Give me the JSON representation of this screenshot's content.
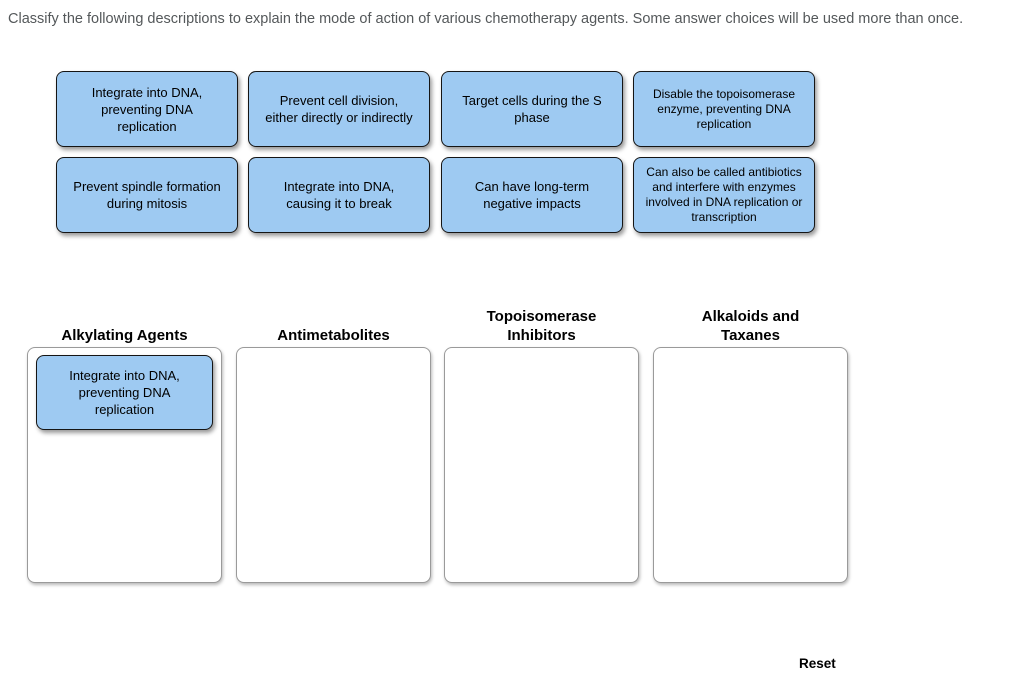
{
  "instructions": "Classify the following descriptions to explain the mode of action of various chemotherapy agents. Some answer choices will be used more than once.",
  "bank": {
    "chips": [
      {
        "label": "Integrate into DNA, preventing DNA replication"
      },
      {
        "label": "Prevent cell division, either directly or indirectly"
      },
      {
        "label": "Target cells during the S phase"
      },
      {
        "label": "Disable the topoisomerase enzyme, preventing DNA replication"
      },
      {
        "label": "Prevent spindle formation during mitosis"
      },
      {
        "label": "Integrate into DNA, causing it to break"
      },
      {
        "label": "Can have long-term negative impacts"
      },
      {
        "label": "Can also be called antibiotics and interfere with enzymes involved in DNA replication or transcription"
      }
    ]
  },
  "categories": [
    {
      "label": "Alkylating Agents",
      "placed": [
        "Integrate into DNA, preventing DNA replication"
      ]
    },
    {
      "label": "Antimetabolites",
      "placed": []
    },
    {
      "label": "Topoisomerase Inhibitors",
      "placed": []
    },
    {
      "label": "Alkaloids and Taxanes",
      "placed": []
    }
  ],
  "reset_label": "Reset",
  "colors": {
    "chip_fill": "#9ecaf2",
    "chip_border": "#151515",
    "bin_border": "#9a9a9a",
    "instructions_text": "#54585a",
    "background": "#ffffff"
  }
}
